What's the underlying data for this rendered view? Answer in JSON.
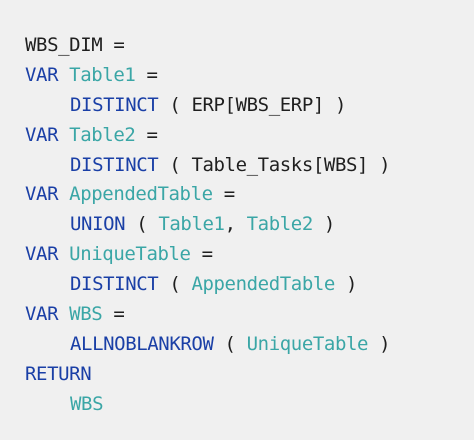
{
  "code": {
    "line1": {
      "name": "WBS_DIM",
      "op": " ="
    },
    "line2": {
      "kw": "VAR",
      "var": "Table1",
      "op": " ="
    },
    "line3": {
      "fn": "DISTINCT",
      "open": " ( ",
      "arg": "ERP[WBS_ERP]",
      "close": " )"
    },
    "line4": {
      "kw": "VAR",
      "var": "Table2",
      "op": " ="
    },
    "line5": {
      "fn": "DISTINCT",
      "open": " ( ",
      "arg": "Table_Tasks[WBS]",
      "close": " )"
    },
    "line6": {
      "kw": "VAR",
      "var": "AppendedTable",
      "op": " ="
    },
    "line7": {
      "fn": "UNION",
      "open": " ( ",
      "arg1": "Table1",
      "sep": ", ",
      "arg2": "Table2",
      "close": " )"
    },
    "line8": {
      "kw": "VAR",
      "var": "UniqueTable",
      "op": " ="
    },
    "line9": {
      "fn": "DISTINCT",
      "open": " ( ",
      "arg": "AppendedTable",
      "close": " )"
    },
    "line10": {
      "kw": "VAR",
      "var": "WBS",
      "op": " ="
    },
    "line11": {
      "fn": "ALLNOBLANKROW",
      "open": " ( ",
      "arg": "UniqueTable",
      "close": " )"
    },
    "line12": {
      "kw": "RETURN"
    },
    "line13": {
      "var": "WBS"
    }
  },
  "colors": {
    "keyword": "#1a3fa6",
    "variable": "#3aa6a6",
    "text": "#1f1f1f",
    "background": "#f0f0f0"
  }
}
